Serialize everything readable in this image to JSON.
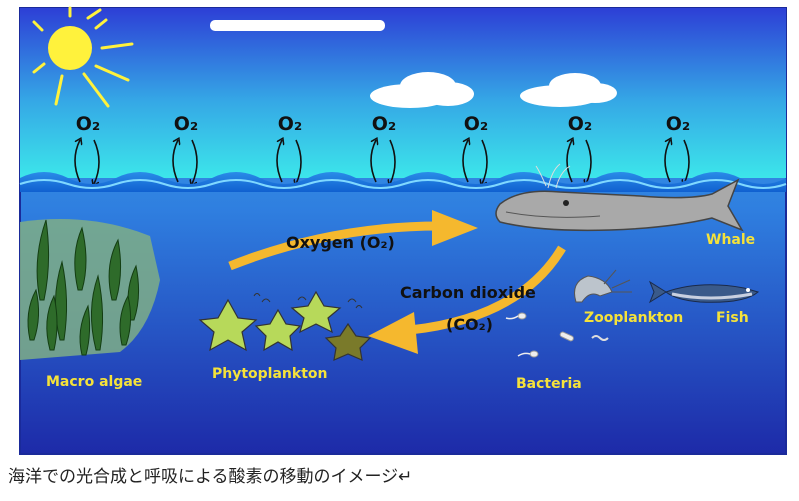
{
  "diagram": {
    "o2_labels": [
      "O₂",
      "O₂",
      "O₂",
      "O₂",
      "O₂",
      "O₂",
      "O₂"
    ],
    "oxygen_label": "Oxygen (O₂)",
    "co2_label_line1": "Carbon dioxide",
    "co2_label_line2": "(CO₂)",
    "organisms": {
      "whale": "Whale",
      "macro_algae": "Macro algae",
      "phytoplankton": "Phytoplankton",
      "zooplankton": "Zooplankton",
      "fish": "Fish",
      "bacteria": "Bacteria"
    },
    "colors": {
      "sky_top": "#2d3fd6",
      "sky_bottom": "#38e0e8",
      "ocean_top": "#3aa8e8",
      "ocean_bottom": "#1e2fb8",
      "arrow": "#f5b82e",
      "organism_label": "#f5e23a",
      "sun": "#fff23c"
    }
  },
  "caption": "海洋での光合成と呼吸による酸素の移動のイメージ↵"
}
